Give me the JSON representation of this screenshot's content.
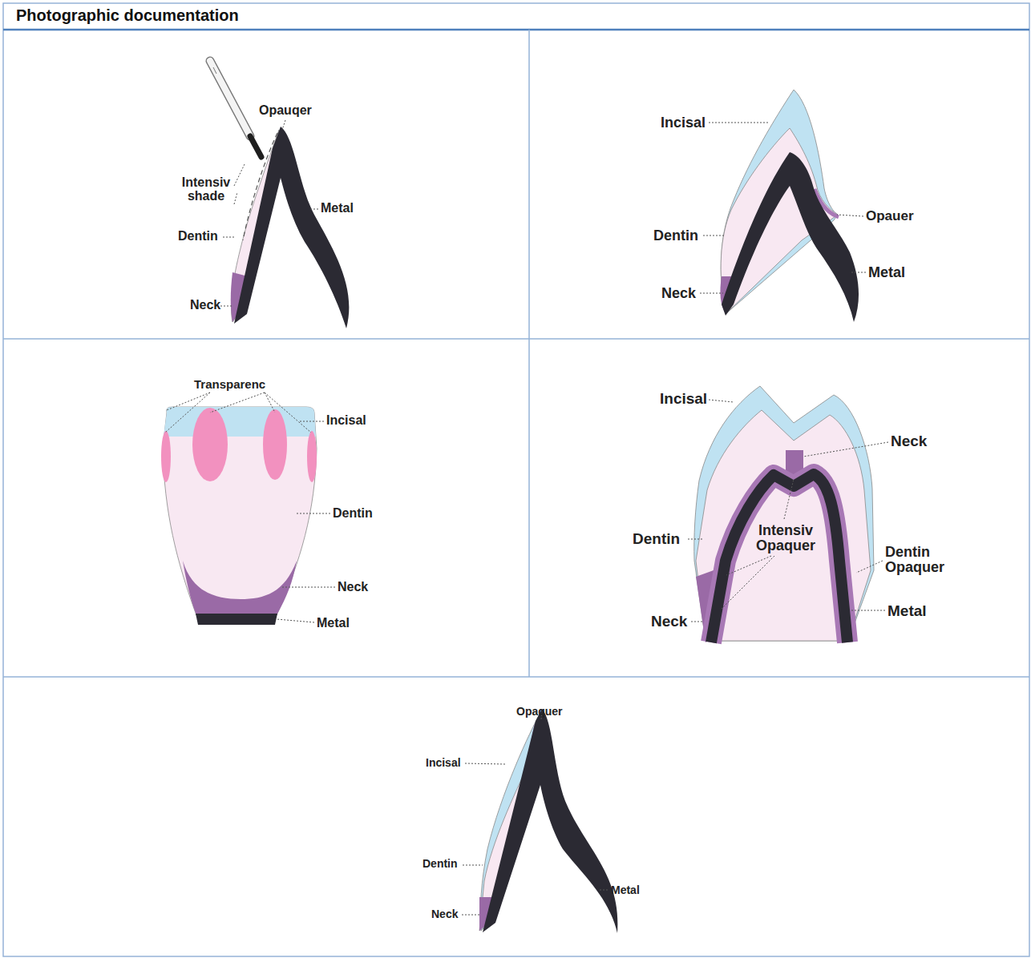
{
  "diagram": {
    "title": "Photographic documentation",
    "labels": [
      "Opauqer",
      "Intensiv shade",
      "Metal",
      "Dentin",
      "Neck",
      "Incisal",
      "Opauer",
      "Dentin",
      "Metal",
      "Neck",
      "Transparenc",
      "Incisal",
      "Dentin",
      "Neck",
      "Metal",
      "Incisal",
      "Neck",
      "Dentin",
      "Intensiv Opaquer",
      "Dentin Opaquer",
      "Neck",
      "Metal",
      "Opaquer",
      "Incisal",
      "Dentin",
      "Metal",
      "Neck"
    ]
  }
}
